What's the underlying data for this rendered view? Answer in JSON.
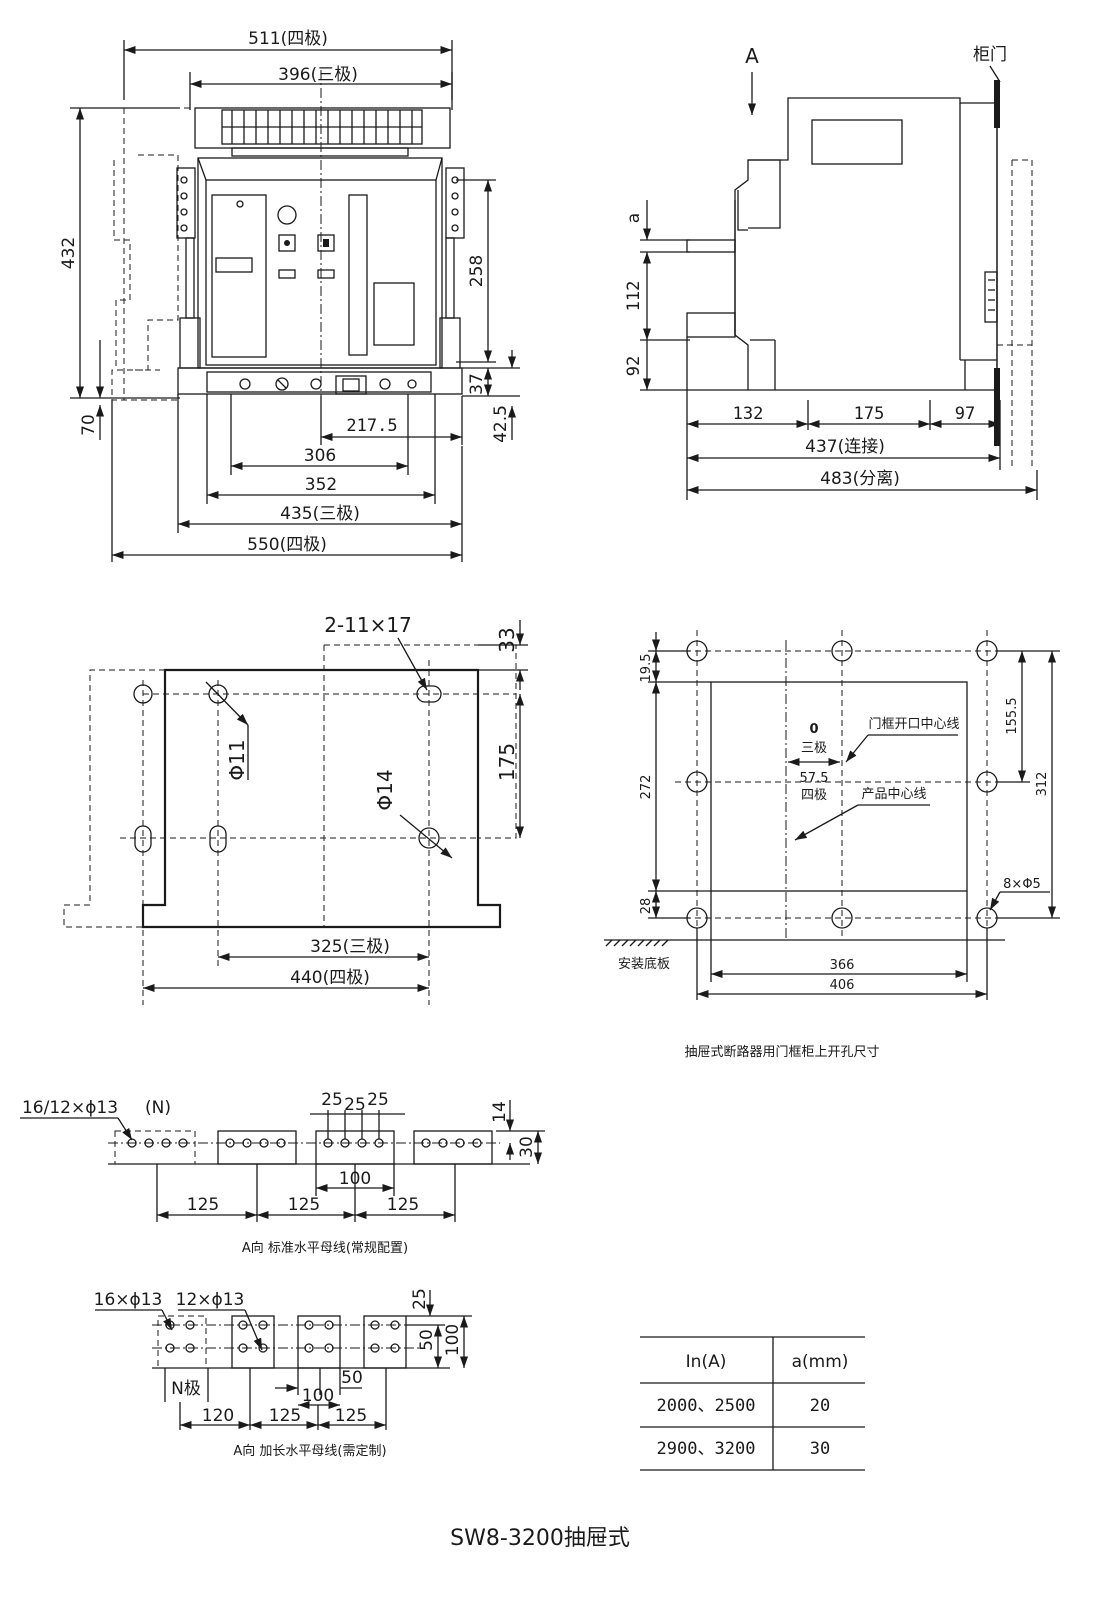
{
  "title": "SW8-3200抽屉式",
  "front_view": {
    "dim_511": "511(四极)",
    "dim_396": "396(三极)",
    "dim_432": "432",
    "dim_258": "258",
    "dim_37": "37",
    "dim_70": "70",
    "dim_42_5": "42.5",
    "dim_217_5": "217.5",
    "dim_306": "306",
    "dim_352": "352",
    "dim_435": "435(三极)",
    "dim_550": "550(四极)"
  },
  "side_view": {
    "arrow_a": "A",
    "door_label": "柜门",
    "dim_a": "a",
    "dim_112": "112",
    "dim_92": "92",
    "dim_132": "132",
    "dim_175": "175",
    "dim_97": "97",
    "dim_437": "437(连接)",
    "dim_483": "483(分离)"
  },
  "base_view": {
    "slot_label": "2-11×17",
    "dim_33": "33",
    "dim_175": "175",
    "phi11": "Φ11",
    "phi14": "Φ14",
    "dim_325": "325(三极)",
    "dim_440": "440(四极)"
  },
  "door_cutout": {
    "dim_19_5": "19.5",
    "dim_272": "272",
    "dim_28": "28",
    "dim_155_5": "155.5",
    "dim_312": "312",
    "zero_label": "0",
    "three_pole": "三极",
    "offset_57_5": "57.5",
    "four_pole": "四极",
    "door_center_line": "门框开口中心线",
    "product_center_line": "产品中心线",
    "holes": "8×Φ5",
    "mount_plate": "安装底板",
    "dim_366": "366",
    "dim_406": "406",
    "caption": "抽屉式断路器用门框柜上开孔尺寸"
  },
  "busbar_standard": {
    "holes_label": "16/12×ϕ13",
    "n_label": "(N)",
    "dim_25a": "25",
    "dim_25b": "25",
    "dim_25c": "25",
    "dim_14": "14",
    "dim_30": "30",
    "dim_100": "100",
    "dim_125a": "125",
    "dim_125b": "125",
    "dim_125c": "125",
    "caption": "A向  标准水平母线(常规配置)"
  },
  "busbar_extended": {
    "holes_16": "16×ϕ13",
    "holes_12": "12×ϕ13",
    "dim_25": "25",
    "dim_50v": "50",
    "dim_100v": "100",
    "n_pole": "N极",
    "dim_50h": "50",
    "dim_100h": "100",
    "dim_120": "120",
    "dim_125a": "125",
    "dim_125b": "125",
    "caption": "A向  加长水平母线(需定制)"
  },
  "current_table": {
    "header_in": "In(A)",
    "header_a": "a(mm)",
    "rows": [
      {
        "in": "2000、2500",
        "a": "20"
      },
      {
        "in": "2900、3200",
        "a": "30"
      }
    ]
  }
}
